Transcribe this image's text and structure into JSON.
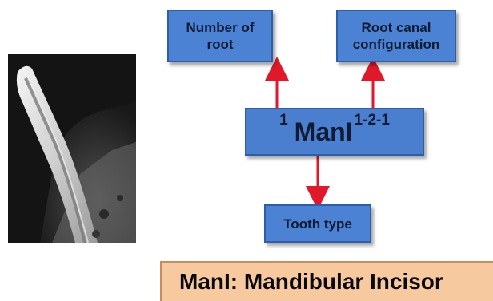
{
  "diagram": {
    "center": {
      "prefix": "1",
      "main": "ManI",
      "suffix": "1-2-1"
    },
    "boxes": {
      "number_of_root": "Number of\nroot",
      "root_canal_configuration": "Root canal\nconfiguration",
      "tooth_type": "Tooth type"
    },
    "legend": "ManI: Mandibular Incisor"
  },
  "colors": {
    "box_fill": "#4a7fd0",
    "arrow": "#e0182a",
    "legend_fill": "#f7c99f"
  }
}
